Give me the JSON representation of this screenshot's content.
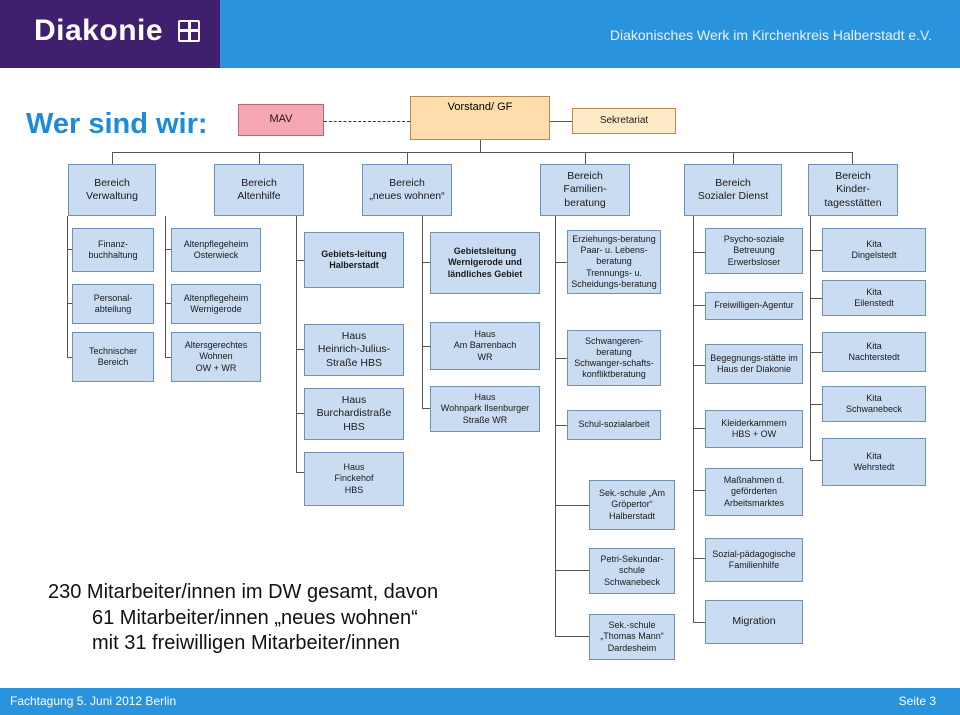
{
  "header": {
    "logo": "Diakonie",
    "org_name": "Diakonisches Werk im Kirchenkreis Halberstadt e.V."
  },
  "title": "Wer sind wir:",
  "top": {
    "mav": "MAV",
    "vorstand": "Vorstand/ GF",
    "sekretariat": "Sekretariat"
  },
  "bereiche": [
    "Bereich\nVerwaltung",
    "Bereich\nAltenhilfe",
    "Bereich\n„neues wohnen“",
    "Bereich\nFamilien-\nberatung",
    "Bereich\nSozialer Dienst",
    "Bereich\nKinder-\ntagesstätten"
  ],
  "columns": {
    "verwaltung": [
      "Finanz-\nbuchhaltung",
      "Personal-\nabteilung",
      "Technischer\nBereich"
    ],
    "altenhilfe": [
      "Altenpflegeheim\nOsterwieck",
      "Altenpflegeheim\nWernigerode",
      "Altersgerechtes\nWohnen\nOW + WR"
    ],
    "wohnen_a": [
      "Gebiets-leitung\nHalberstadt",
      "Haus\nHeinrich-Julius-\nStraße HBS",
      "Haus\nBurchardistraße\nHBS",
      "Haus\nFinckehof\nHBS"
    ],
    "wohnen_b": [
      "Gebietsleitung\nWernigerode und\nländliches Gebiet",
      "Haus\nAm Barrenbach\nWR",
      "Haus\nWohnpark Ilsenburger\nStraße WR"
    ],
    "familie": [
      "Erziehungs-beratung\nPaar- u. Lebens-\nberatung\nTrennungs- u.\nScheidungs-beratung",
      "Schwangeren-\nberatung\nSchwanger-schafts-\nkonfliktberatung",
      "Schul-sozialarbeit",
      "Sek.-schule „Am\nGröpertor“\nHalberstadt",
      "Petri-Sekundar-\nschule\nSchwanebeck",
      "Sek.-schule\n„Thomas Mann“\nDardesheim"
    ],
    "sozial": [
      "Psycho-soziale\nBetreuung\nErwerbsloser",
      "Freiwilligen-Agentur",
      "Begegnungs-stätte im\nHaus der Diakonie",
      "Kleiderkammern\nHBS + OW",
      "Maßnahmen d.\ngeförderten\nArbeitsmarktes",
      "Sozial-pädagogische\nFamilienhilfe",
      "Migration"
    ],
    "kita": [
      "Kita\nDingelstedt",
      "Kita\nEilenstedt",
      "Kita\nNachterstedt",
      "Kita\nSchwanebeck",
      "Kita\nWehrstedt"
    ]
  },
  "summary": [
    "230 Mitarbeiter/innen im DW gesamt, davon",
    "61 Mitarbeiter/innen „neues wohnen“",
    "mit 31 freiwilligen Mitarbeiter/innen"
  ],
  "footer": {
    "left": "Fachtagung 5. Juni 2012 Berlin",
    "right": "Seite  3"
  }
}
